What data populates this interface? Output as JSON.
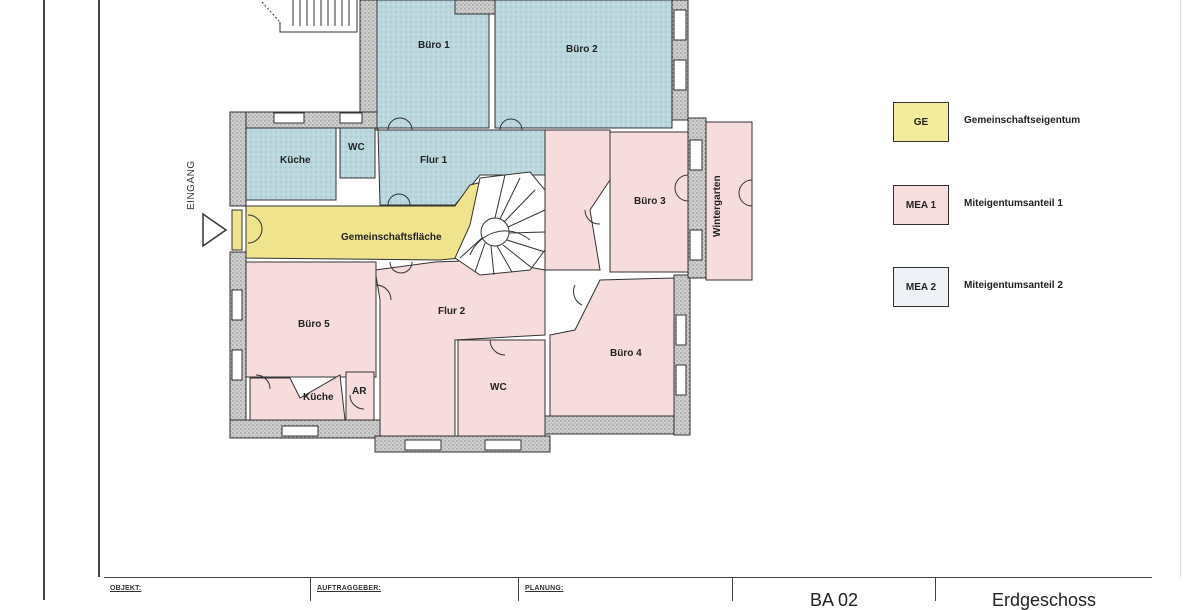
{
  "drawing": {
    "type": "floor_plan",
    "entrance_label": "EINGANG",
    "rooms": [
      {
        "name": "Büro 1",
        "zone": "MEA 2"
      },
      {
        "name": "Büro 2",
        "zone": "MEA 2"
      },
      {
        "name": "Küche",
        "zone": "MEA 2",
        "id": "kueche_top"
      },
      {
        "name": "WC",
        "zone": "MEA 2",
        "id": "wc_top"
      },
      {
        "name": "Flur 1",
        "zone": "MEA 2"
      },
      {
        "name": "Gemeinschaftsfläche",
        "zone": "GE"
      },
      {
        "name": "Büro 3",
        "zone": "MEA 1"
      },
      {
        "name": "Wintergarten",
        "zone": "MEA 1"
      },
      {
        "name": "Büro 5",
        "zone": "MEA 1"
      },
      {
        "name": "Flur 2",
        "zone": "MEA 1"
      },
      {
        "name": "Küche",
        "zone": "MEA 1",
        "id": "kueche_bottom"
      },
      {
        "name": "AR",
        "zone": "MEA 1"
      },
      {
        "name": "WC",
        "zone": "MEA 1",
        "id": "wc_bottom"
      },
      {
        "name": "Büro 4",
        "zone": "MEA 1"
      }
    ]
  },
  "legend": [
    {
      "code": "GE",
      "label": "Gemeinschaftseigentum",
      "color": "#f3ec9c"
    },
    {
      "code": "MEA 1",
      "label": "Miteigentumsanteil 1",
      "color": "#f7dede"
    },
    {
      "code": "MEA 2",
      "label": "Miteigentumsanteil 2",
      "color": "#eef1f6"
    }
  ],
  "colors": {
    "ge": "#efe089",
    "mea1": "#f6dada",
    "mea2": "#b9d6de",
    "wall": "#c9c9c9",
    "line": "#333333"
  },
  "title_block": {
    "objekt_label": "OBJEKT:",
    "auftraggeber_label": "AUFTRAGGEBER:",
    "planung_label": "PLANUNG:",
    "plan_number": "BA 02",
    "floor_name": "Erdgeschoss"
  }
}
